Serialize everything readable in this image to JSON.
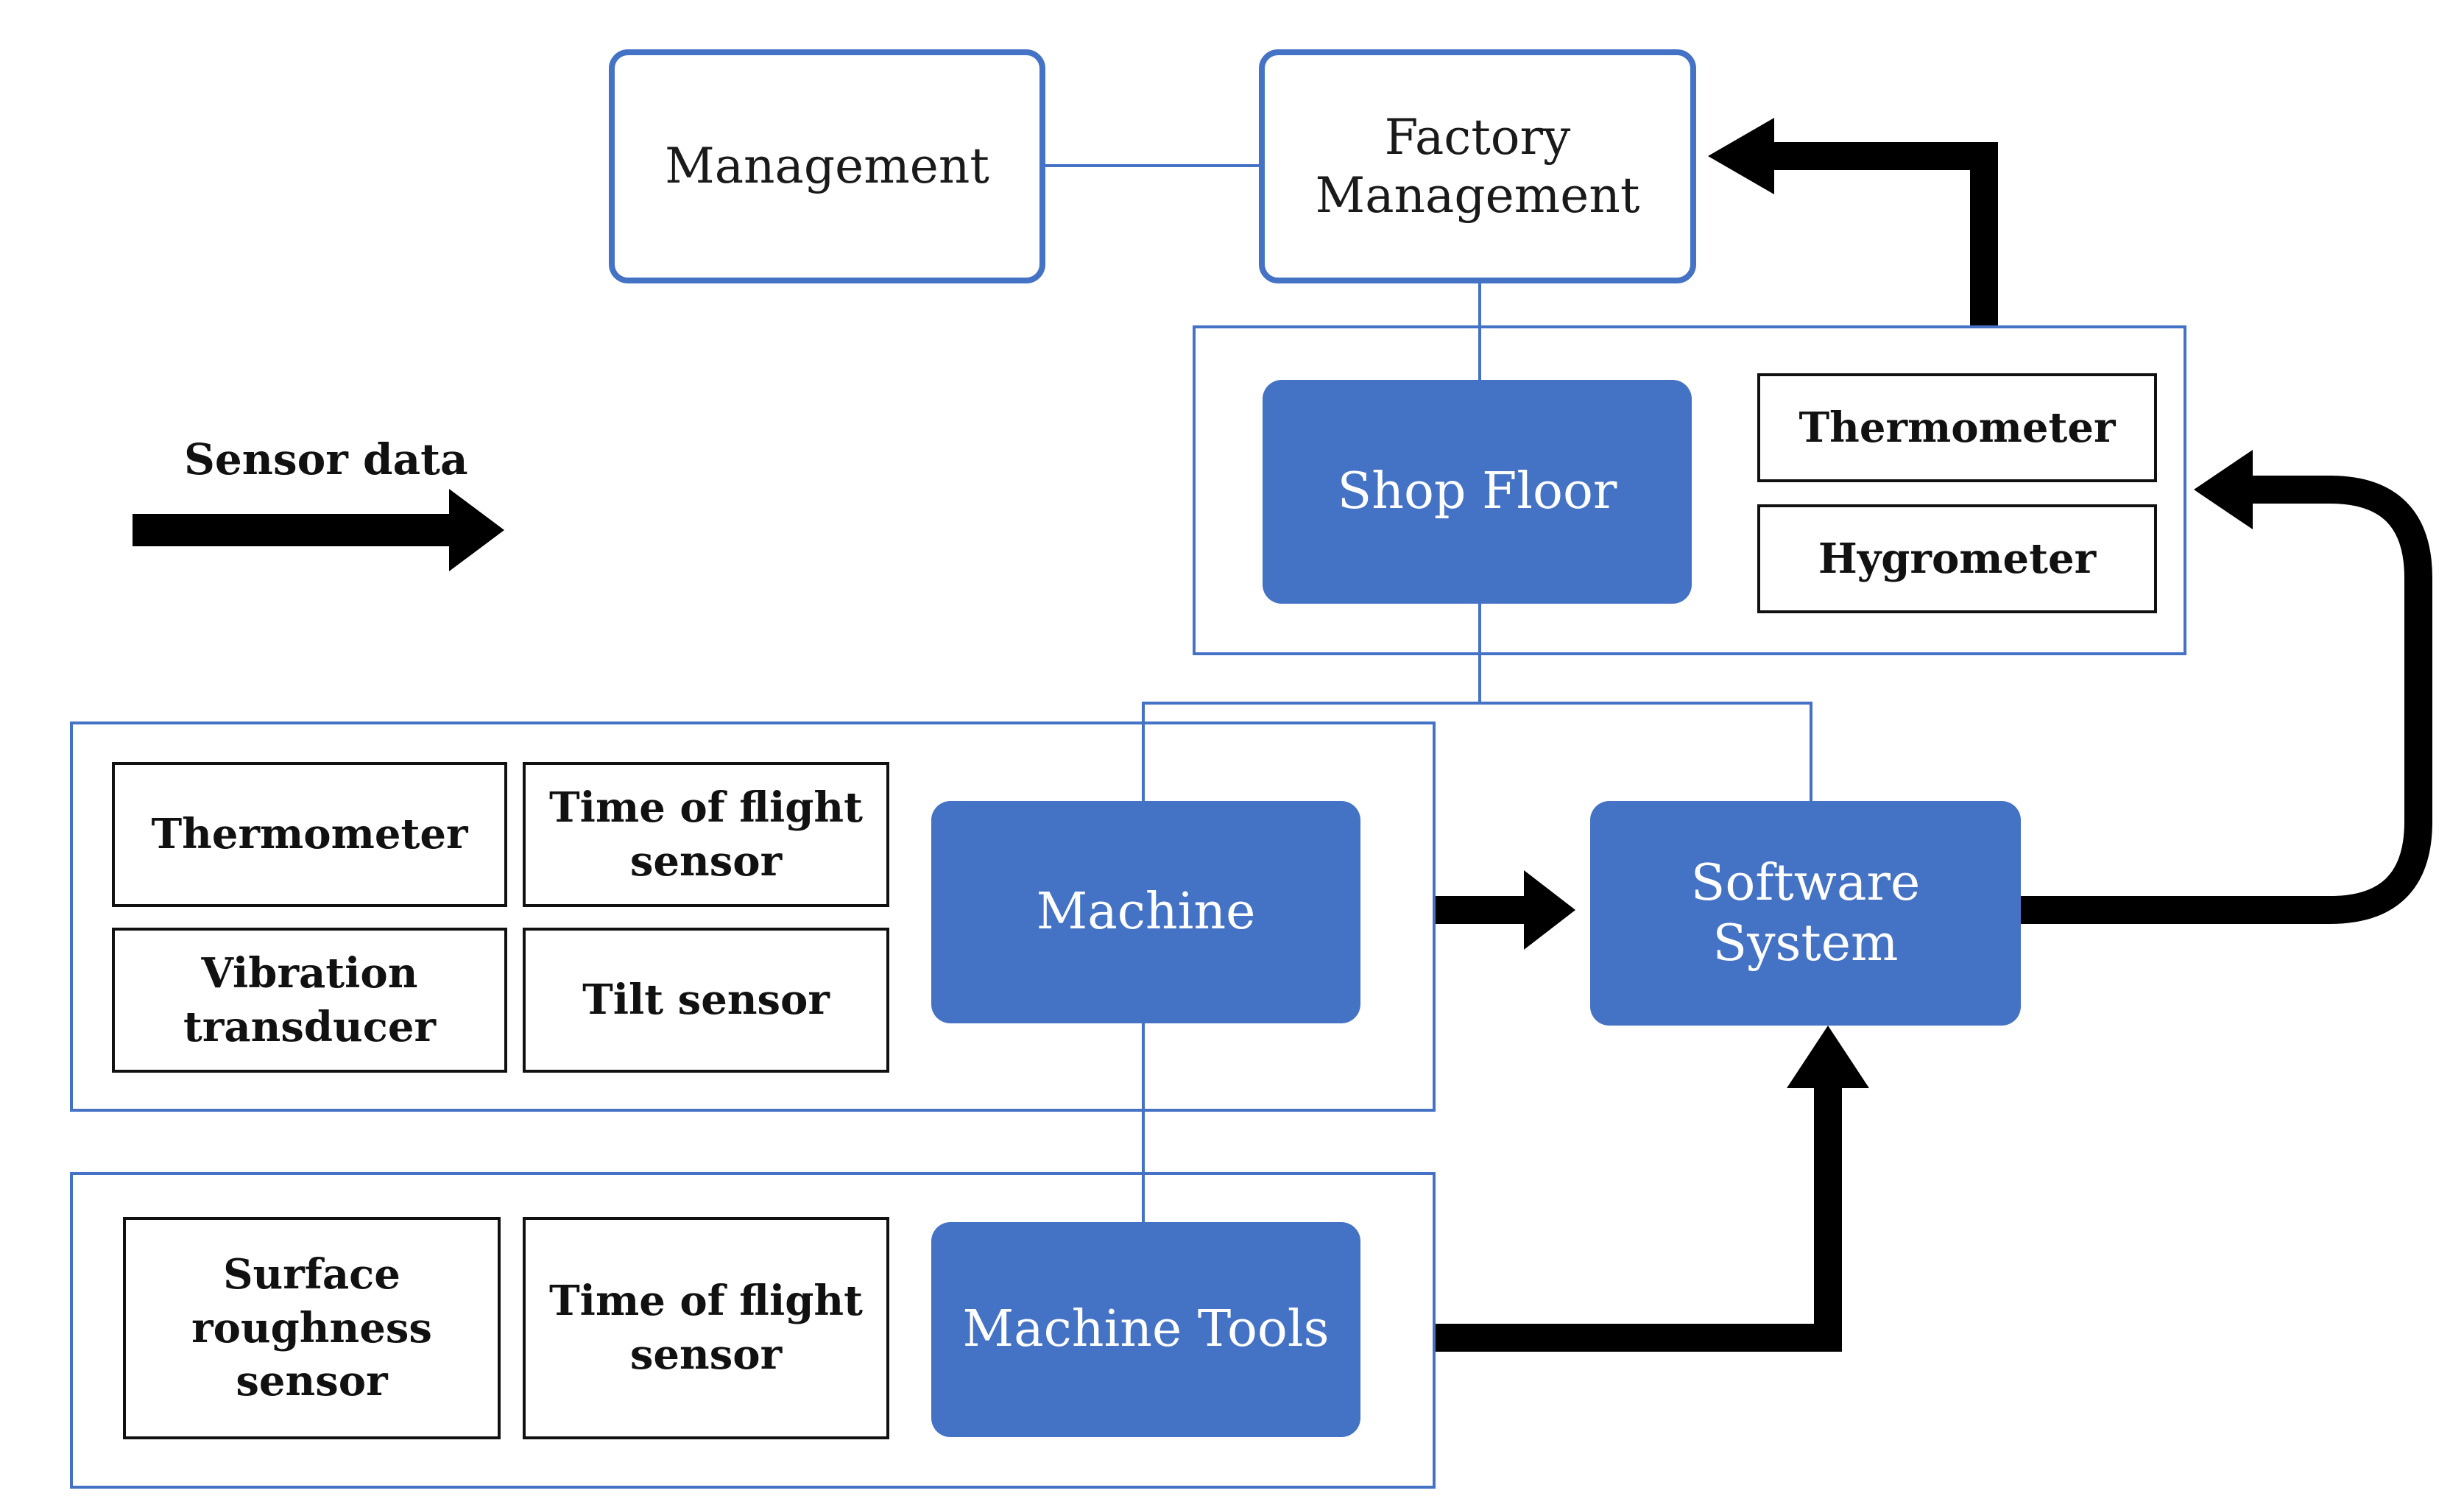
{
  "colors": {
    "accent": "#4472c4",
    "arrow": "#000000",
    "connector": "#4472c4"
  },
  "legend": {
    "label": "Sensor data",
    "icon": "right-arrow-icon"
  },
  "nodes": {
    "management": "Management",
    "factory_management": "Factory\nManagement",
    "shop_floor": "Shop Floor",
    "machine": "Machine",
    "machine_tools": "Machine Tools",
    "software_system": "Software\nSystem"
  },
  "shop_floor_sensors": [
    "Thermometer",
    "Hygrometer"
  ],
  "machine_sensors": [
    "Thermometer",
    "Time of flight\nsensor",
    "Vibration\ntransducer",
    "Tilt sensor"
  ],
  "machine_tools_sensors": [
    "Surface\nroughness\nsensor",
    "Time of flight\nsensor"
  ]
}
